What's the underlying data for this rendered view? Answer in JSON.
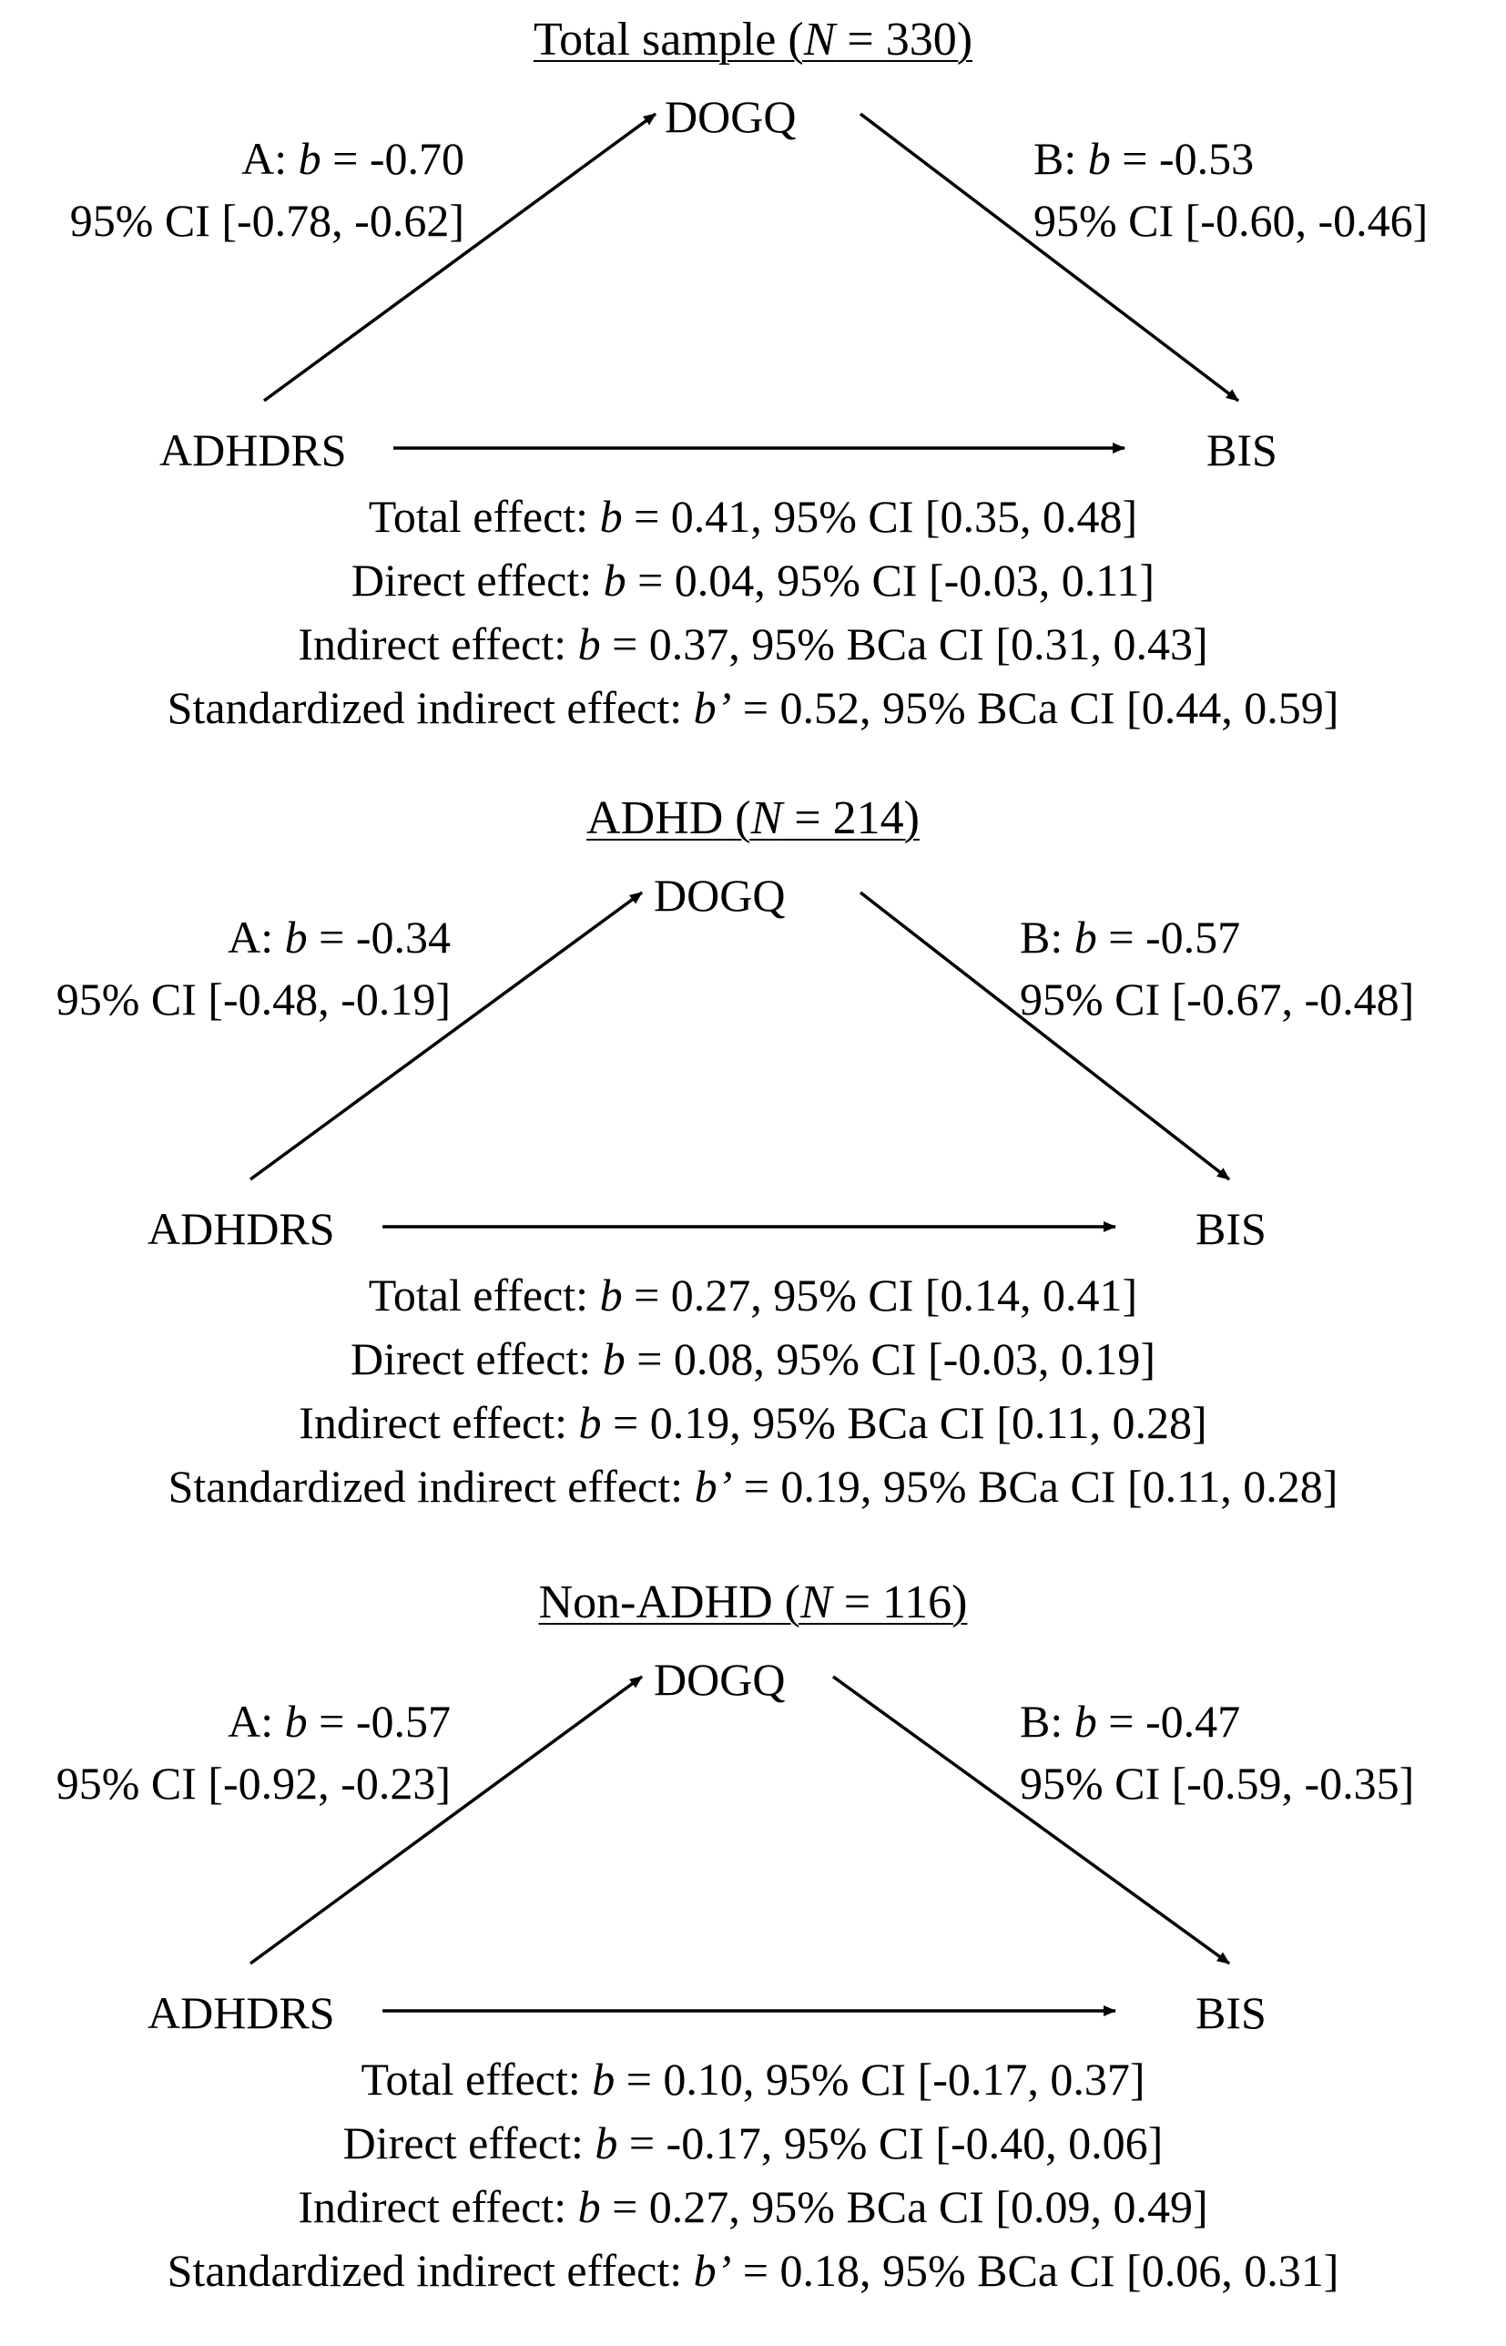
{
  "panels": [
    {
      "title": "Total sample",
      "n_label": "N",
      "n_value": "330",
      "nodes": {
        "mediator": "DOGQ",
        "predictor": "ADHDRS",
        "outcome": "BIS"
      },
      "path_a": {
        "prefix": "A: ",
        "coef_symbol": "b",
        "coef": " = -0.70",
        "ci": "95% CI [-0.78, -0.62]"
      },
      "path_b": {
        "prefix": "B: ",
        "coef_symbol": "b",
        "coef": " = -0.53",
        "ci": "95% CI [-0.60, -0.46]"
      },
      "effects": [
        {
          "label": "Total effect: ",
          "sym": "b",
          "rest": " = 0.41, 95% CI [0.35, 0.48]"
        },
        {
          "label": "Direct effect: ",
          "sym": "b",
          "rest": " = 0.04, 95% CI [-0.03, 0.11]"
        },
        {
          "label": "Indirect effect: ",
          "sym": "b",
          "rest": " = 0.37, 95% BCa CI [0.31, 0.43]"
        },
        {
          "label": "Standardized indirect effect: ",
          "sym": "b’",
          "rest": " = 0.52, 95% BCa CI [0.44, 0.59]"
        }
      ]
    },
    {
      "title": "ADHD",
      "n_label": "N",
      "n_value": "214",
      "nodes": {
        "mediator": "DOGQ",
        "predictor": "ADHDRS",
        "outcome": "BIS"
      },
      "path_a": {
        "prefix": "A: ",
        "coef_symbol": "b",
        "coef": " = -0.34",
        "ci": "95% CI [-0.48, -0.19]"
      },
      "path_b": {
        "prefix": "B: ",
        "coef_symbol": "b",
        "coef": " = -0.57",
        "ci": "95% CI [-0.67, -0.48]"
      },
      "effects": [
        {
          "label": "Total effect: ",
          "sym": "b",
          "rest": " = 0.27, 95% CI [0.14, 0.41]"
        },
        {
          "label": "Direct effect: ",
          "sym": "b",
          "rest": " = 0.08, 95% CI [-0.03, 0.19]"
        },
        {
          "label": "Indirect effect: ",
          "sym": "b",
          "rest": " = 0.19, 95% BCa CI [0.11, 0.28]"
        },
        {
          "label": "Standardized indirect effect: ",
          "sym": "b’",
          "rest": " = 0.19, 95% BCa CI [0.11, 0.28]"
        }
      ]
    },
    {
      "title": "Non-ADHD",
      "n_label": "N",
      "n_value": "116",
      "nodes": {
        "mediator": "DOGQ",
        "predictor": "ADHDRS",
        "outcome": "BIS"
      },
      "path_a": {
        "prefix": "A: ",
        "coef_symbol": "b",
        "coef": " = -0.57",
        "ci": "95% CI [-0.92, -0.23]"
      },
      "path_b": {
        "prefix": "B: ",
        "coef_symbol": "b",
        "coef": " = -0.47",
        "ci": "95% CI [-0.59, -0.35]"
      },
      "effects": [
        {
          "label": "Total effect: ",
          "sym": "b",
          "rest": " = 0.10, 95% CI [-0.17, 0.37]"
        },
        {
          "label": "Direct effect: ",
          "sym": "b",
          "rest": " = -0.17, 95% CI [-0.40, 0.06]"
        },
        {
          "label": "Indirect effect: ",
          "sym": "b",
          "rest": " = 0.27, 95% BCa CI [0.09, 0.49]"
        },
        {
          "label": "Standardized indirect effect: ",
          "sym": "b’",
          "rest": " = 0.18, 95% BCa CI [0.06, 0.31]"
        }
      ]
    }
  ]
}
